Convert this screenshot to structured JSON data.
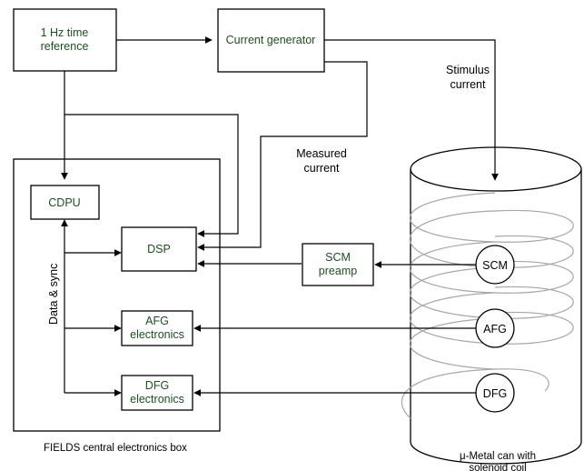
{
  "blocks": {
    "time_reference": [
      "1 Hz time",
      "reference"
    ],
    "current_generator": "Current generator",
    "cdpu": "CDPU",
    "dsp": "DSP",
    "scm_preamp": [
      "SCM",
      "preamp"
    ],
    "afg_electronics": [
      "AFG",
      "electronics"
    ],
    "dfg_electronics": [
      "DFG",
      "electronics"
    ]
  },
  "sensors": {
    "scm": "SCM",
    "afg": "AFG",
    "dfg": "DFG"
  },
  "labels": {
    "stimulus_current": [
      "Stimulus",
      "current"
    ],
    "measured_current": [
      "Measured",
      "current"
    ],
    "data_sync": "Data & sync",
    "fields_box": "FIELDS central electronics box",
    "mu_metal_can": [
      "μ-Metal can with",
      "solenoid coil"
    ]
  },
  "colors": {
    "box_text": "#1f4e20",
    "coil": "#a6a6a6",
    "lines": "#000000"
  }
}
